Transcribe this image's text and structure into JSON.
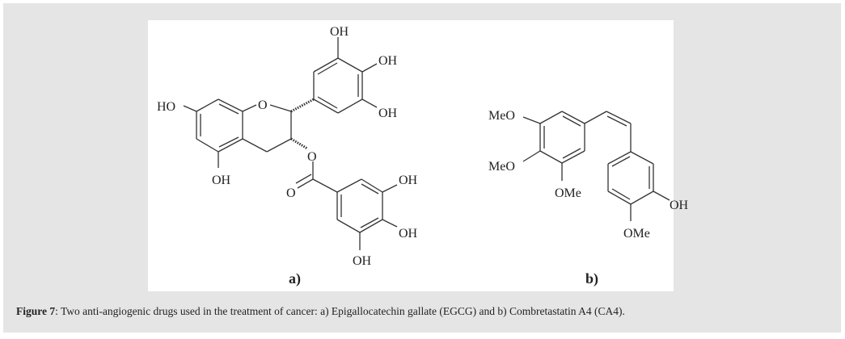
{
  "figure": {
    "structure_a": {
      "label": "a)",
      "atoms": {
        "oh_top": "OH",
        "oh_mid": "OH",
        "oh_low": "OH",
        "ho_left": "HO",
        "o_ring": "O",
        "oh_a5": "OH",
        "o_ester": "O",
        "o_carbonyl": "O",
        "oh_d1": "OH",
        "oh_d2": "OH",
        "oh_d3": "OH"
      }
    },
    "structure_b": {
      "label": "b)",
      "atoms": {
        "meo_top": "MeO",
        "meo_mid": "MeO",
        "ome_ring1": "OMe",
        "oh": "OH",
        "ome_ring2": "OMe"
      }
    }
  },
  "caption": {
    "label": "Figure 7",
    "text": ": Two anti-angiogenic drugs used in the treatment of cancer: a) Epigallocatechin gallate (EGCG) and b) Combretastatin A4 (CA4)."
  }
}
